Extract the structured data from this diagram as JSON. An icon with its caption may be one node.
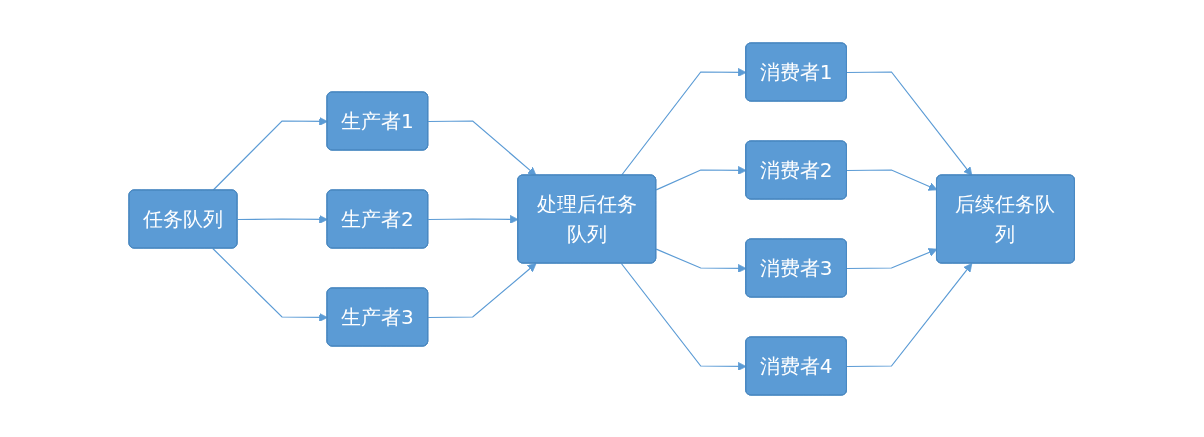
{
  "diagram": {
    "nodes": [
      {
        "text": [
          "任务队列"
        ]
      },
      {
        "text": [
          "生产者1"
        ]
      },
      {
        "text": [
          "生产者2"
        ]
      },
      {
        "text": [
          "生产者3"
        ]
      },
      {
        "text": [
          "处理后任务队列"
        ]
      },
      {
        "text": [
          "消费者1"
        ]
      },
      {
        "text": [
          "消费者2"
        ]
      },
      {
        "text": [
          "消费者3"
        ]
      },
      {
        "text": [
          "消费者4"
        ]
      },
      {
        "text": [
          "后续任务队列"
        ]
      }
    ],
    "edges": [
      {
        "from": 0,
        "to": 1,
        "arrow": "to"
      },
      {
        "from": 0,
        "to": 2,
        "arrow": "to"
      },
      {
        "from": 0,
        "to": 3,
        "arrow": "to"
      },
      {
        "from": 1,
        "to": 4,
        "arrow": "to"
      },
      {
        "from": 2,
        "to": 4,
        "arrow": "to"
      },
      {
        "from": 3,
        "to": 4,
        "arrow": "to"
      },
      {
        "from": 4,
        "to": 5,
        "arrow": "to"
      },
      {
        "from": 4,
        "to": 6,
        "arrow": "to"
      },
      {
        "from": 4,
        "to": 7,
        "arrow": "to"
      },
      {
        "from": 4,
        "to": 8,
        "arrow": "to"
      },
      {
        "from": 5,
        "to": 9,
        "arrow": "to"
      },
      {
        "from": 6,
        "to": 9,
        "arrow": "to"
      },
      {
        "from": 7,
        "to": 9,
        "arrow": "to"
      },
      {
        "from": 8,
        "to": 9,
        "arrow": "to"
      }
    ]
  }
}
